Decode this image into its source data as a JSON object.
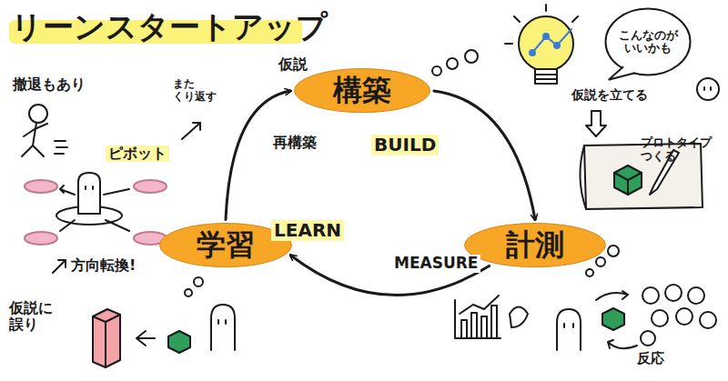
{
  "diagram": {
    "title": "リーンスタートアップ",
    "nodes": [
      {
        "text": [
          "構築"
        ]
      },
      {
        "text": [
          "こんなのが いいかも"
        ]
      },
      {
        "text": [
          "計測"
        ]
      },
      {
        "text": [
          "学習"
        ]
      }
    ],
    "edges": [
      {
        "from": 0,
        "to": 2,
        "arrow": "to"
      },
      {
        "from": 2,
        "to": 3,
        "arrow": "to"
      },
      {
        "from": 3,
        "to": 0,
        "arrow": "to"
      }
    ],
    "labels": [
      "仮説",
      "再構築",
      "BUILD",
      "また くり返す",
      "撤退もあり",
      "ピボット",
      "方向転換!",
      "仮説に 誤り",
      "LEARN",
      "MEASURE",
      "仮説を立てる",
      "プロトタイプ つくる",
      "反応"
    ]
  }
}
